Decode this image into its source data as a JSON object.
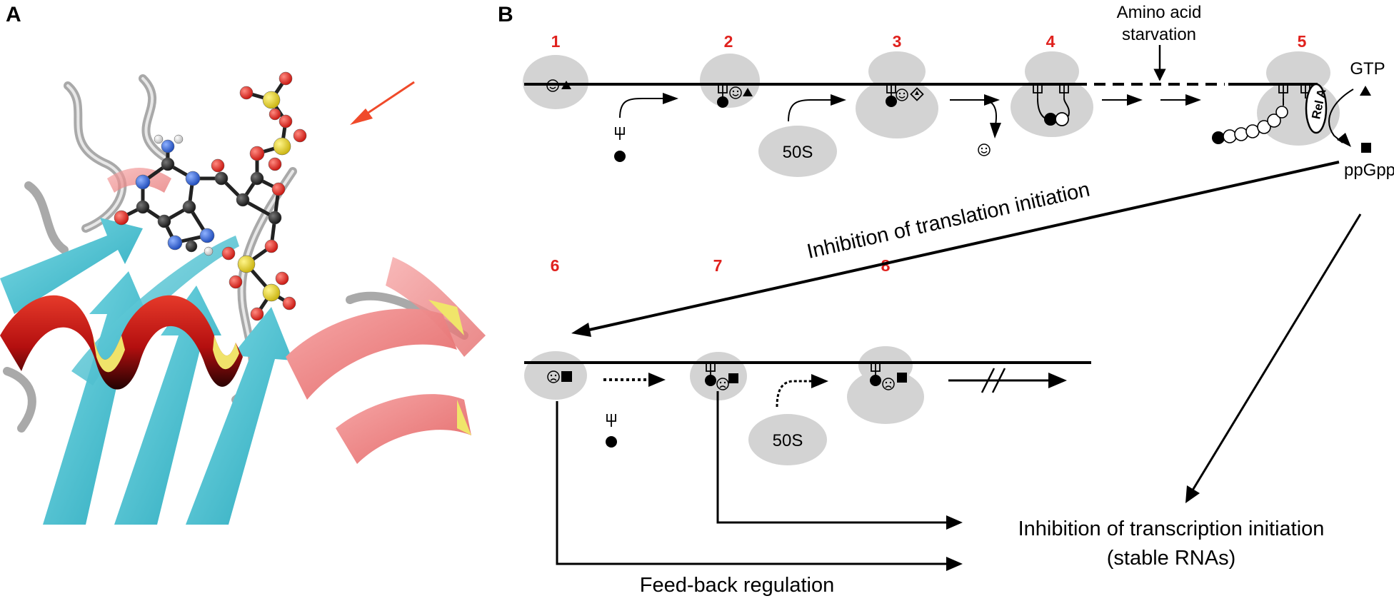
{
  "panels": {
    "a_label": "A",
    "b_label": "B"
  },
  "steps": [
    "1",
    "2",
    "3",
    "4",
    "5",
    "6",
    "7",
    "8"
  ],
  "subunit_label": "50S",
  "annotations": {
    "starvation_line1": "Amino acid",
    "starvation_line2": "starvation",
    "gtp": "GTP",
    "ppgpp": "ppGpp",
    "rela": "Rel A",
    "inhibition_translation": "Inhibition of translation initiation",
    "inhibition_transcription_line1": "Inhibition of transcription initiation",
    "inhibition_transcription_line2": "(stable RNAs)",
    "feedback": "Feed-back regulation"
  },
  "colors": {
    "step_number": "#e0221e",
    "ribosome": "#d3d3d3",
    "pointer_arrow": "#f04a2a",
    "helix": "#c41414",
    "sheet": "#56c8d8",
    "phosphorus": "#e6d21e",
    "oxygen": "#e2211b",
    "nitrogen": "#2f63d9",
    "carbon": "#2d2d2d"
  },
  "icons": {
    "happy_face": "smiley-face-icon",
    "sad_face": "frowning-face-icon",
    "trna": "trna-fork-icon",
    "gtp_symbol": "triangle-icon",
    "ppgpp_symbol": "square-icon"
  }
}
